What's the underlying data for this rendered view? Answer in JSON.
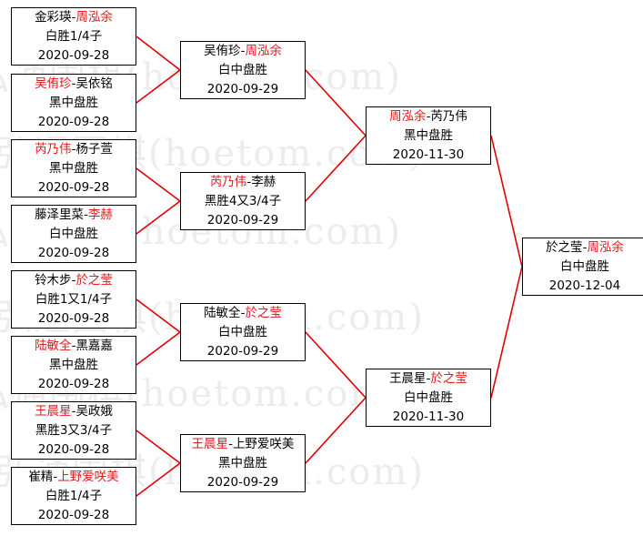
{
  "colors": {
    "connector": "#e00000",
    "winner_text": "#e01a1a",
    "box_border": "#000000",
    "watermark": "#ececec"
  },
  "watermark_text": "弘通围棋(hoetom.com)",
  "round1": [
    {
      "p1": "金彩瑛",
      "p2": "周泓余",
      "winner": 2,
      "result": "白胜1/4子",
      "date": "2020-09-28"
    },
    {
      "p1": "吴侑珍",
      "p2": "吴依铭",
      "winner": 1,
      "result": "黑中盘胜",
      "date": "2020-09-28"
    },
    {
      "p1": "芮乃伟",
      "p2": "杨子萱",
      "winner": 1,
      "result": "黑中盘胜",
      "date": "2020-09-28"
    },
    {
      "p1": "藤泽里菜",
      "p2": "李赫",
      "winner": 2,
      "result": "白中盘胜",
      "date": "2020-09-28"
    },
    {
      "p1": "铃木步",
      "p2": "於之莹",
      "winner": 2,
      "result": "白胜1又1/4子",
      "date": "2020-09-28"
    },
    {
      "p1": "陆敏全",
      "p2": "黑嘉嘉",
      "winner": 1,
      "result": "黑中盘胜",
      "date": "2020-09-28"
    },
    {
      "p1": "王晨星",
      "p2": "吴政娥",
      "winner": 1,
      "result": "黑胜3又3/4子",
      "date": "2020-09-28"
    },
    {
      "p1": "崔精",
      "p2": "上野爱咲美",
      "winner": 2,
      "result": "白胜1/4子",
      "date": "2020-09-28"
    }
  ],
  "round2": [
    {
      "p1": "吴侑珍",
      "p2": "周泓余",
      "winner": 2,
      "result": "白中盘胜",
      "date": "2020-09-29"
    },
    {
      "p1": "芮乃伟",
      "p2": "李赫",
      "winner": 1,
      "result": "黑胜4又3/4子",
      "date": "2020-09-29"
    },
    {
      "p1": "陆敏全",
      "p2": "於之莹",
      "winner": 2,
      "result": "白中盘胜",
      "date": "2020-09-29"
    },
    {
      "p1": "王晨星",
      "p2": "上野爱咲美",
      "winner": 1,
      "result": "黑中盘胜",
      "date": "2020-09-29"
    }
  ],
  "round3": [
    {
      "p1": "周泓余",
      "p2": "芮乃伟",
      "winner": 1,
      "result": "黑中盘胜",
      "date": "2020-11-30"
    },
    {
      "p1": "王晨星",
      "p2": "於之莹",
      "winner": 2,
      "result": "白中盘胜",
      "date": "2020-11-30"
    }
  ],
  "final": [
    {
      "p1": "於之莹",
      "p2": "周泓余",
      "winner": 2,
      "result": "白中盘胜",
      "date": "2020-12-04"
    }
  ]
}
